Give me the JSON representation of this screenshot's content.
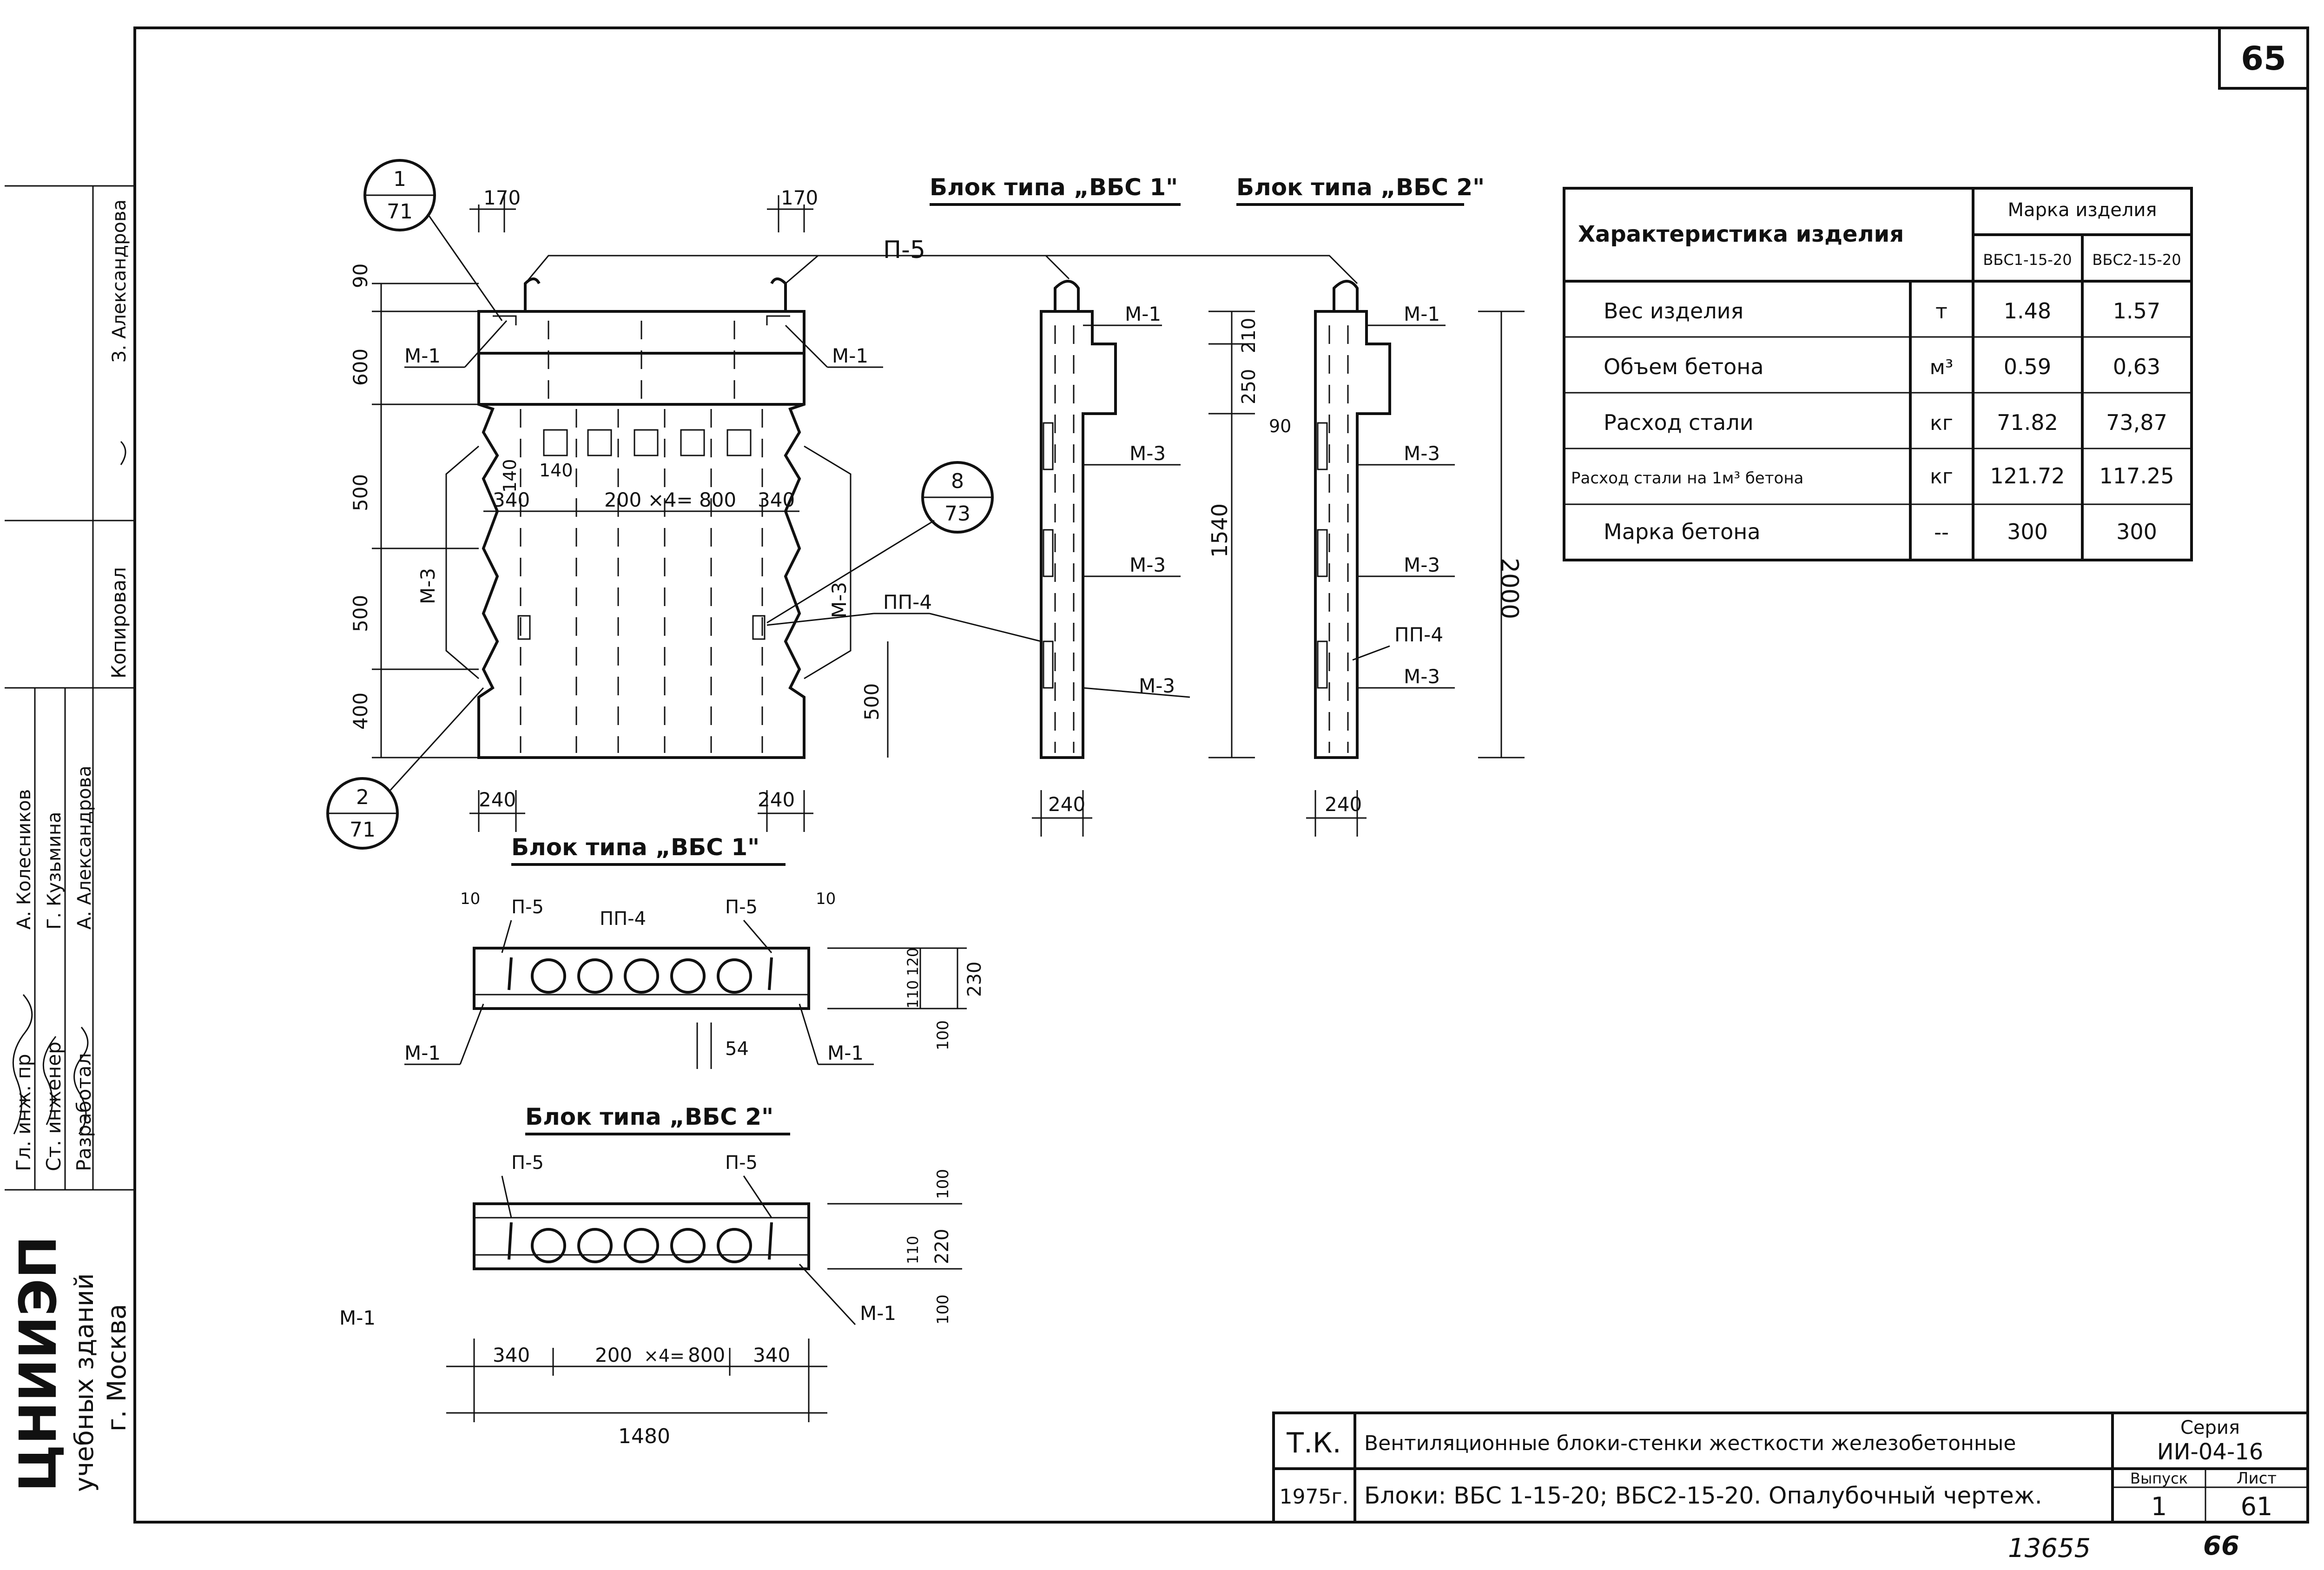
{
  "page_number": "65",
  "side_stamp": {
    "org_lines": [
      "ЦНИИЭП",
      "учебных зданий",
      "г. Москва"
    ],
    "roles": [
      "Гл. инж. пр",
      "Ст. инженер",
      "Разработал"
    ],
    "names": [
      "А. Колесников",
      "Г. Кузьмина",
      "А. Александрова"
    ],
    "copied_label": "Копировал",
    "copied_name": "З. Александрова"
  },
  "headings": {
    "vbs1_top": "Блок типа „ВБС 1\"",
    "vbs2_top": "Блок типа „ВБС 2\"",
    "vbs1_plan": "Блок типа „ВБС 1\"",
    "vbs2_plan": "Блок типа „ВБС 2\""
  },
  "callouts": {
    "c1": {
      "top": "1",
      "bottom": "71"
    },
    "c2": {
      "top": "2",
      "bottom": "71"
    },
    "c8": {
      "top": "8",
      "bottom": "73"
    }
  },
  "labels": {
    "p5": "П-5",
    "m1": "М-1",
    "m3": "М-3",
    "pp4": "ПП-4"
  },
  "dims": {
    "d170a": "170",
    "d170b": "170",
    "d90": "90",
    "d600": "600",
    "d500a": "500",
    "d500b": "500",
    "d400": "400",
    "d140a": "140",
    "d140b": "140",
    "d340a": "340",
    "d200x4": "200 ×4= 800",
    "d340b": "340",
    "d500c": "500",
    "d240a": "240",
    "d240b": "240",
    "d240c": "240",
    "d240d": "240",
    "d210": "210",
    "d250": "250",
    "d1540": "1540",
    "d2000": "2000",
    "d90b": "90",
    "d10a": "10",
    "d10b": "10",
    "d54": "54",
    "d120": "120",
    "d110": "110",
    "d230": "230",
    "d100a": "100",
    "d100b": "100",
    "d110b": "110",
    "d220": "220",
    "d100c": "100",
    "d340c": "340",
    "d200": "200",
    "dx4": "×4=",
    "d800": "800",
    "d340d": "340",
    "d1480": "1480"
  },
  "table": {
    "header_left": "Характеристика изделия",
    "header_right": "Марка изделия",
    "col1": "ВБС1-15-20",
    "col2": "ВБС2-15-20",
    "rows": [
      {
        "name": "Вес изделия",
        "unit": "т",
        "v1": "1.48",
        "v2": "1.57"
      },
      {
        "name": "Объем бетона",
        "unit": "м³",
        "v1": "0.59",
        "v2": "0,63"
      },
      {
        "name": "Расход стали",
        "unit": "кг",
        "v1": "71.82",
        "v2": "73,87"
      },
      {
        "name": "Расход стали на 1м³ бетона",
        "unit": "кг",
        "v1": "121.72",
        "v2": "117.25"
      },
      {
        "name": "Марка бетона",
        "unit": "--",
        "v1": "300",
        "v2": "300"
      }
    ]
  },
  "title_block": {
    "org": "Т.К.",
    "year": "1975г.",
    "title1": "Вентиляционные блоки-стенки жесткости железобетонные",
    "title2": "Блоки: ВБС 1-15-20; ВБС2-15-20. Опалубочный чертеж.",
    "series_label": "Серия",
    "series_value": "ИИ-04-16",
    "issue_label": "Выпуск",
    "issue_value": "1",
    "sheet_label": "Лист",
    "sheet_value": "61"
  },
  "footer": {
    "num_left": "13655",
    "num_right": "66"
  }
}
